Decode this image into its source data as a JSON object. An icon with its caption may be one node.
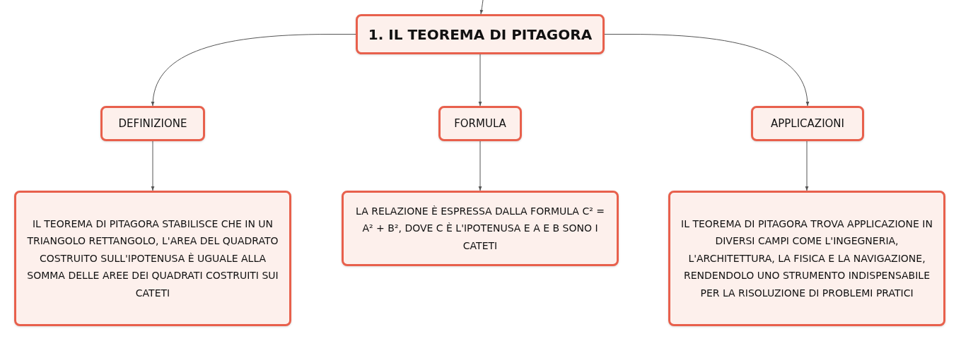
{
  "diagram": {
    "nodes": [
      {
        "text": [
          "1. IL TEOREMA DI PITAGORA"
        ]
      },
      {
        "text": [
          "DEFINIZIONE"
        ]
      },
      {
        "text": [
          "FORMULA"
        ]
      },
      {
        "text": [
          "APPLICAZIONI"
        ]
      },
      {
        "text": [
          "IL TEOREMA DI PITAGORA STABILISCE CHE IN UN TRIANGOLO RETTANGOLO, L'AREA DEL QUADRATO COSTRUITO SULL'IPOTENUSA È UGUALE ALLA SOMMA DELLE AREE DEI QUADRATI COSTRUITI SUI CATETI"
        ]
      },
      {
        "text": [
          "LA RELAZIONE È ESPRESSA DALLA FORMULA C² = A² + B², DOVE C È L'IPOTENUSA E A E B SONO I CATETI"
        ]
      },
      {
        "text": [
          "IL TEOREMA DI PITAGORA TROVA APPLICAZIONE IN DIVERSI CAMPI COME L'INGEGNERIA, L'ARCHITETTURA, LA FISICA E LA NAVIGAZIONE, RENDENDOLO UNO STRUMENTO INDISPENSABILE PER LA RISOLUZIONE DI PROBLEMI PRATICI"
        ]
      }
    ],
    "edges": [
      {
        "from": null,
        "to": 0,
        "arrow": "to"
      },
      {
        "from": 0,
        "to": 1,
        "arrow": "to"
      },
      {
        "from": 0,
        "to": 2,
        "arrow": "to"
      },
      {
        "from": 0,
        "to": 3,
        "arrow": "to"
      },
      {
        "from": 1,
        "to": 4,
        "arrow": "to"
      },
      {
        "from": 2,
        "to": 5,
        "arrow": "to"
      },
      {
        "from": 3,
        "to": 6,
        "arrow": "to"
      }
    ]
  }
}
